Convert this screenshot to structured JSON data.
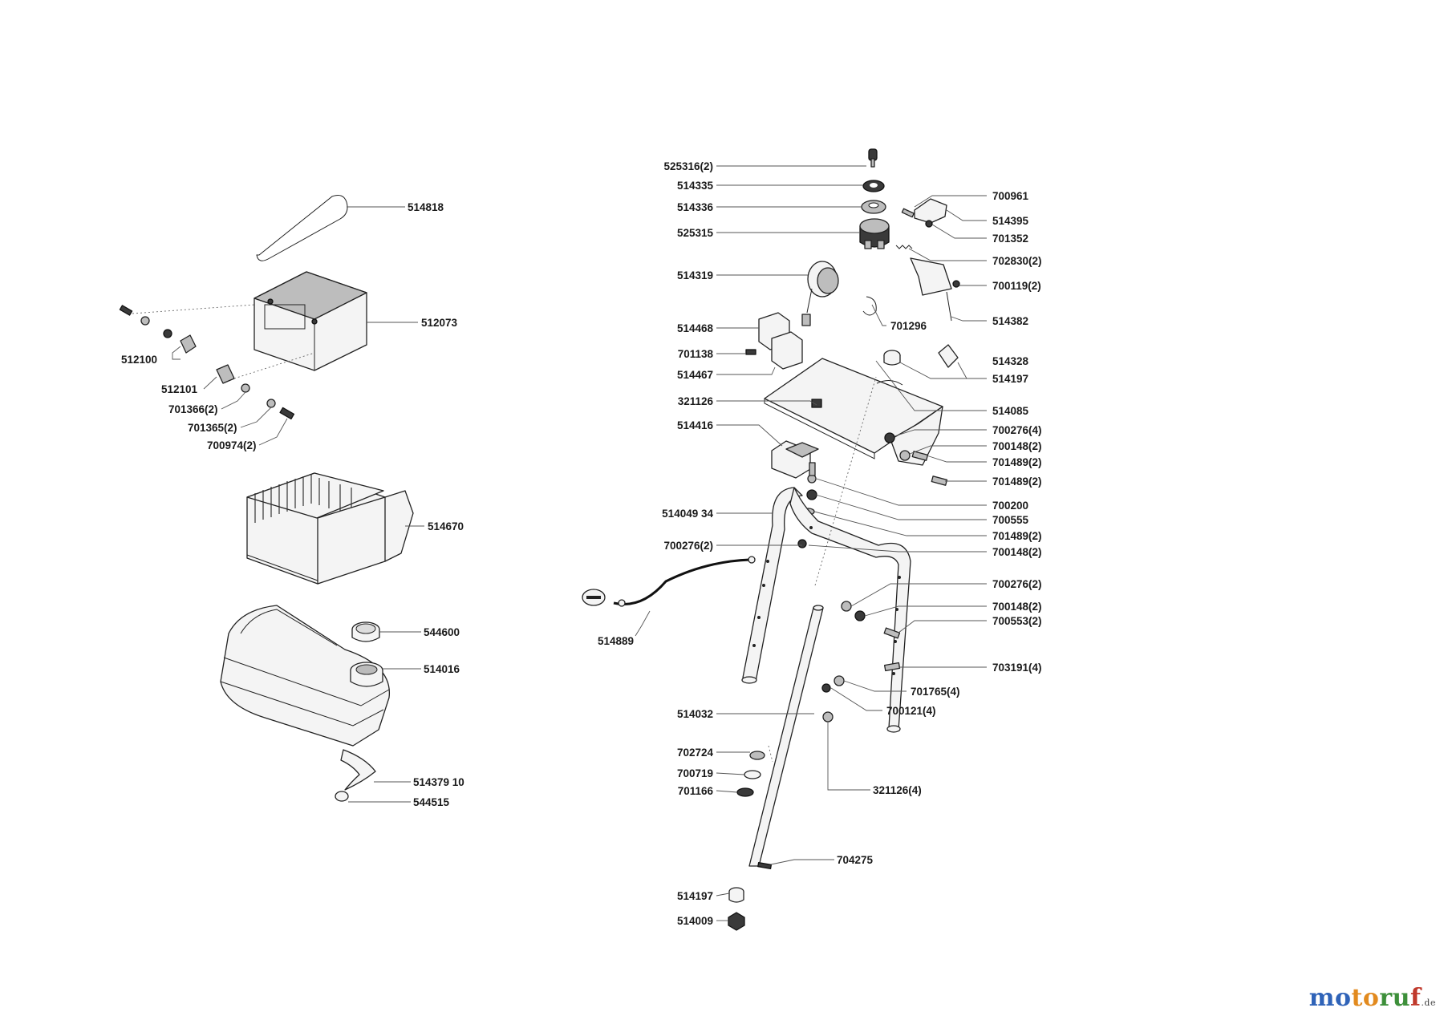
{
  "parts": {
    "p514818": "514818",
    "p512073": "512073",
    "p512100": "512100",
    "p512101": "512101",
    "p701366": "701366(2)",
    "p701365": "701365(2)",
    "p700974": "700974(2)",
    "p514670": "514670",
    "p544600": "544600",
    "p514016": "514016",
    "p514379": "514379 10",
    "p544515": "544515",
    "p525316": "525316(2)",
    "p514335": "514335",
    "p514336": "514336",
    "p525315": "525315",
    "p700961": "700961",
    "p514395": "514395",
    "p701352": "701352",
    "p702830": "702830(2)",
    "p700119": "700119(2)",
    "p514319": "514319",
    "p701296": "701296",
    "p514382": "514382",
    "p514468": "514468",
    "p701138": "701138",
    "p514467": "514467",
    "p514328": "514328",
    "p514197a": "514197",
    "p321126": "321126",
    "p514085": "514085",
    "p514416": "514416",
    "p700276_4": "700276(4)",
    "p700148_2a": "700148(2)",
    "p701489_2a": "701489(2)",
    "p701489_2b": "701489(2)",
    "p700200": "700200",
    "p700555": "700555",
    "p701489_2c": "701489(2)",
    "p700148_2b": "700148(2)",
    "p514049": "514049 34",
    "p700276_2a": "700276(2)",
    "p700276_2b": "700276(2)",
    "p700148_2c": "700148(2)",
    "p700553": "700553(2)",
    "p514889": "514889",
    "p703191": "703191(4)",
    "p701765": "701765(4)",
    "p700121": "700121(4)",
    "p514032": "514032",
    "p702724": "702724",
    "p700719": "700719",
    "p701166": "701166",
    "p321126_4": "321126(4)",
    "p704275": "704275",
    "p514197b": "514197",
    "p514009": "514009"
  },
  "watermark": {
    "part1": "mo",
    "part2": "to",
    "part3": "ru",
    "part4": "f",
    "suffix": ".de"
  }
}
